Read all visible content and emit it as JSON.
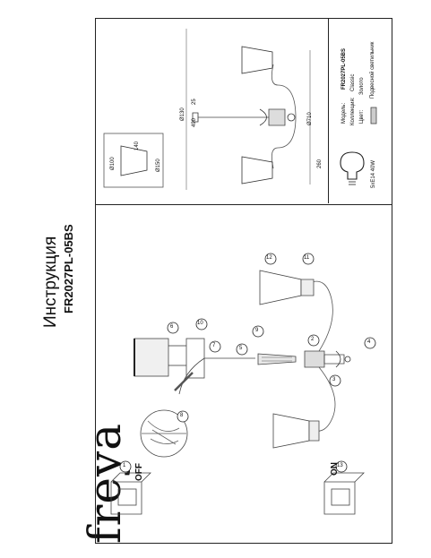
{
  "brand": "freya",
  "title": "Инструкция",
  "model_code": "FR2027PL-05BS",
  "spec_card": {
    "model_label": "Модель:",
    "model_value": "FR2027PL-05BS",
    "collection_label": "Коллекция:",
    "collection_value": "Classic",
    "color_label": "Цвет:",
    "color_value": "Золото",
    "type_value": "Подвесной светильник"
  },
  "bulb_spec": "5xE14 40W",
  "dimensions": {
    "width_total": "490",
    "canopy_width": "Ø130",
    "canopy_height": "25",
    "shade_span": "260",
    "body_diameter": "Ø710",
    "shade_top": "140",
    "shade_mid": "Ø100",
    "shade_bottom": "Ø150"
  },
  "steps": {
    "off_label": "OFF",
    "on_label": "ON",
    "s1": "1",
    "s2": "2",
    "s3": "3",
    "s4": "4",
    "s5": "5",
    "s6": "6",
    "s7": "7",
    "s8": "8",
    "s9": "9",
    "s10": "10",
    "s11": "11",
    "s12": "12",
    "s13": "13"
  }
}
